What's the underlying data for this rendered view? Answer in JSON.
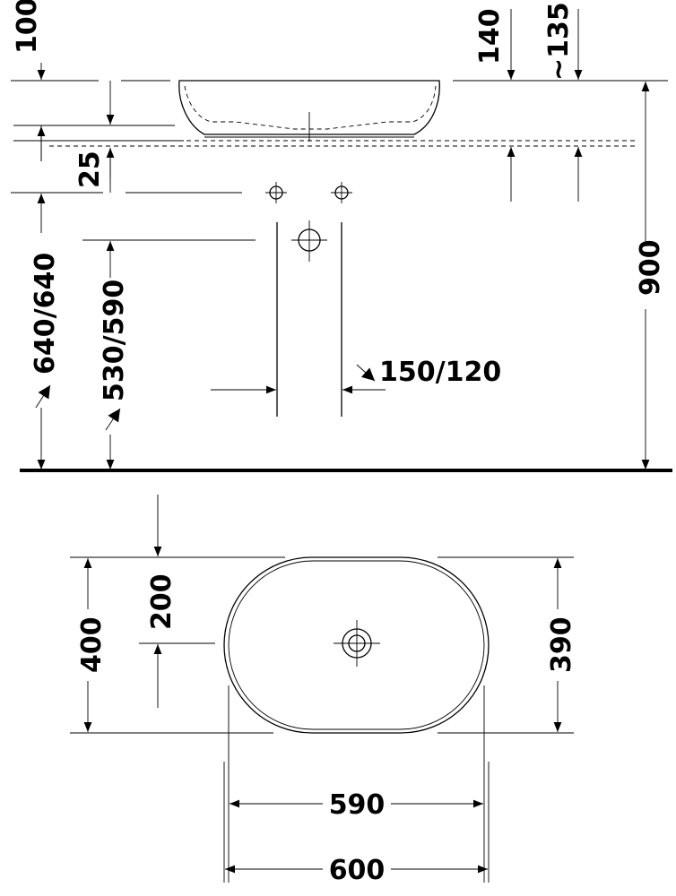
{
  "side_view": {
    "dim_100": "100",
    "dim_140": "140",
    "dim_135": "~135",
    "dim_25": "25",
    "dim_900": "900",
    "dim_640": "640/640",
    "dim_530": "530/590",
    "dim_150": "150/120"
  },
  "plan_view": {
    "dim_200": "200",
    "dim_400": "400",
    "dim_390": "390",
    "dim_590": "590",
    "dim_600": "600"
  }
}
